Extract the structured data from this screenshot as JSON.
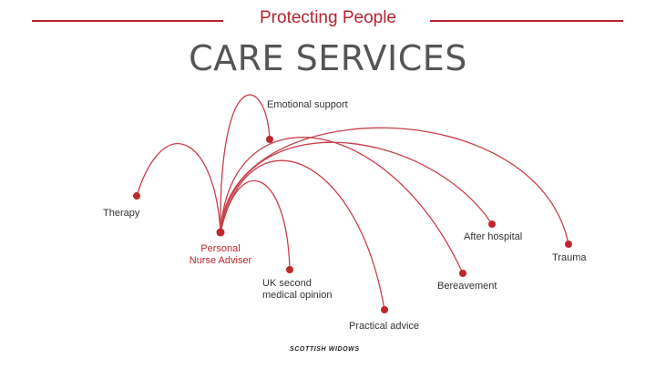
{
  "header": {
    "subtitle": "Protecting People",
    "title": "CARE SERVICES"
  },
  "diagram": {
    "center_label": "Personal\nNurse Adviser",
    "nodes": [
      {
        "id": "emotional-support",
        "label": "Emotional support"
      },
      {
        "id": "therapy",
        "label": "Therapy"
      },
      {
        "id": "after-hospital",
        "label": "After hospital"
      },
      {
        "id": "trauma",
        "label": "Trauma"
      },
      {
        "id": "uk-second-medical-opinion",
        "label": "UK second\nmedical opinion"
      },
      {
        "id": "bereavement",
        "label": "Bereavement"
      },
      {
        "id": "practical-advice",
        "label": "Practical advice"
      }
    ],
    "colors": {
      "accent": "#b8232f",
      "node": "#c0272d",
      "line": "#c9404a"
    }
  },
  "footer": {
    "logo_text": "SCOTTISH WIDOWS"
  }
}
